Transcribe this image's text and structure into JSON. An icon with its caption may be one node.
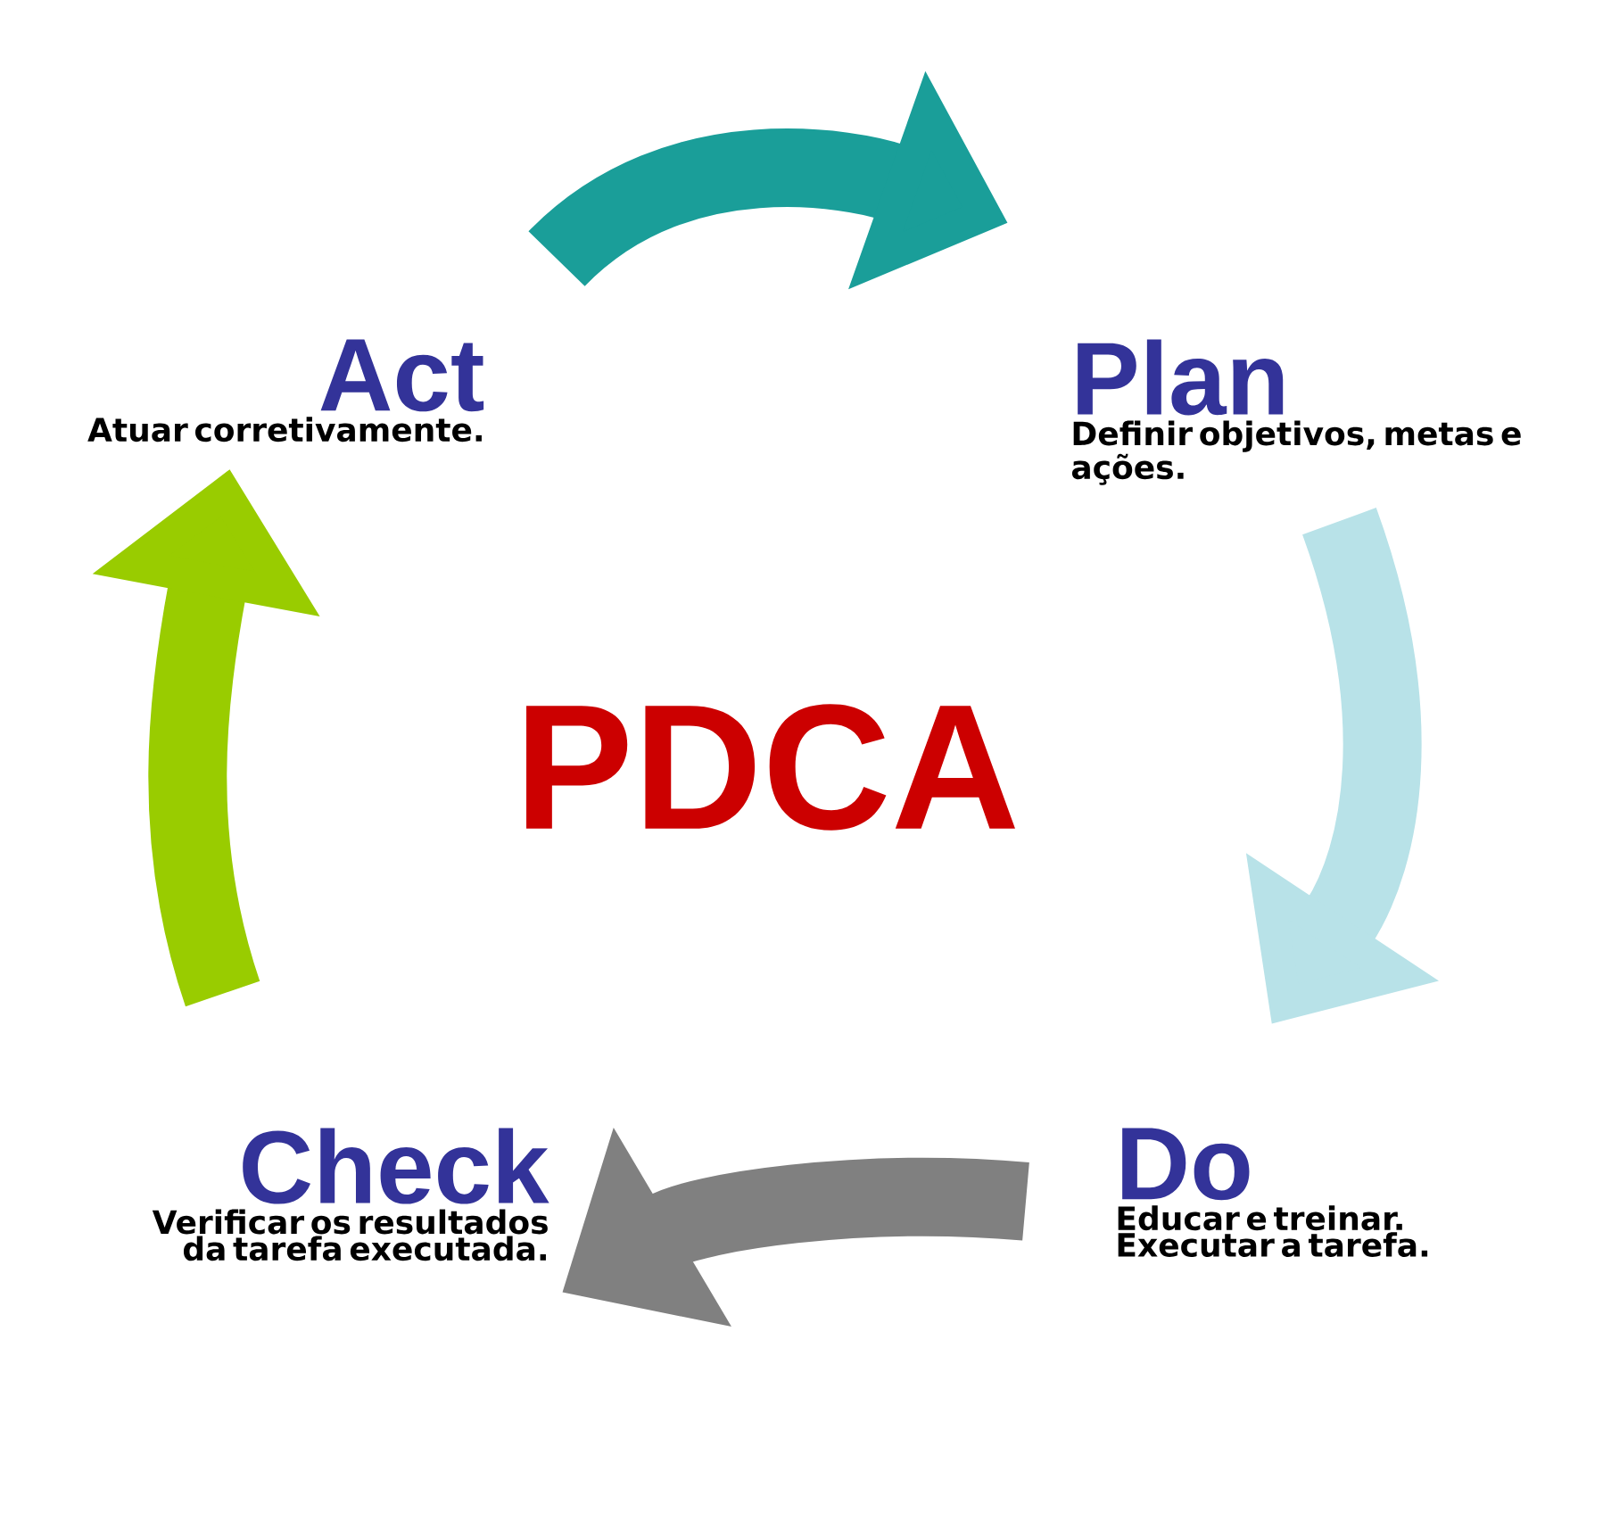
{
  "diagram": {
    "title": "PDCA",
    "nodes": [
      {
        "text": [
          "Plan",
          "Definir objetivos, metas e ações."
        ]
      },
      {
        "text": [
          "Do",
          "Educar e treinar. Executar a tarefa."
        ]
      },
      {
        "text": [
          "Check",
          "Verificar os resultados da tarefa executada."
        ]
      },
      {
        "text": [
          "Act",
          "Atuar corretivamente."
        ]
      }
    ],
    "edges": [
      {
        "from": 3,
        "to": 0,
        "arrow": "to",
        "color": "#1a9e99"
      },
      {
        "from": 0,
        "to": 1,
        "arrow": "to",
        "color": "#b8e2e8"
      },
      {
        "from": 1,
        "to": 2,
        "arrow": "to",
        "color": "#808080"
      },
      {
        "from": 2,
        "to": 3,
        "arrow": "to",
        "color": "#99cc00"
      }
    ]
  }
}
